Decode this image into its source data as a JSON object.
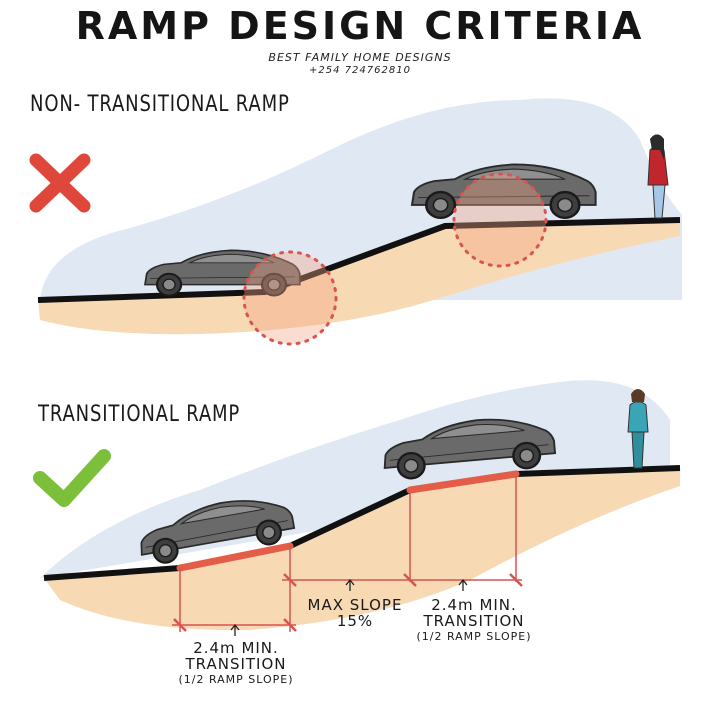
{
  "header": {
    "title": "RAMP DESIGN CRITERIA",
    "brand": "BEST FAMILY HOME DESIGNS",
    "phone": "+254 724762810"
  },
  "non_transitional": {
    "label": "NON- TRANSITIONAL RAMP",
    "verdict_icon": "cross-icon",
    "verdict_color": "#e0473b"
  },
  "transitional": {
    "label": "TRANSITIONAL RAMP",
    "verdict_icon": "check-icon",
    "verdict_color": "#7bbf3a",
    "left_note": {
      "line1": "2.4m MIN.",
      "line2": "TRANSITION",
      "line3": "(1/2 RAMP SLOPE)"
    },
    "middle_note": {
      "line1": "MAX SLOPE",
      "line2": "15%"
    },
    "right_note": {
      "line1": "2.4m MIN.",
      "line2": "TRANSITION",
      "line3": "(1/2 RAMP SLOPE)"
    }
  },
  "colors": {
    "sky": "#dfe8f3",
    "earth": "#f7d9b4",
    "road": "#111111",
    "car": "#6a6a6a",
    "highlight": "#e35d48"
  }
}
